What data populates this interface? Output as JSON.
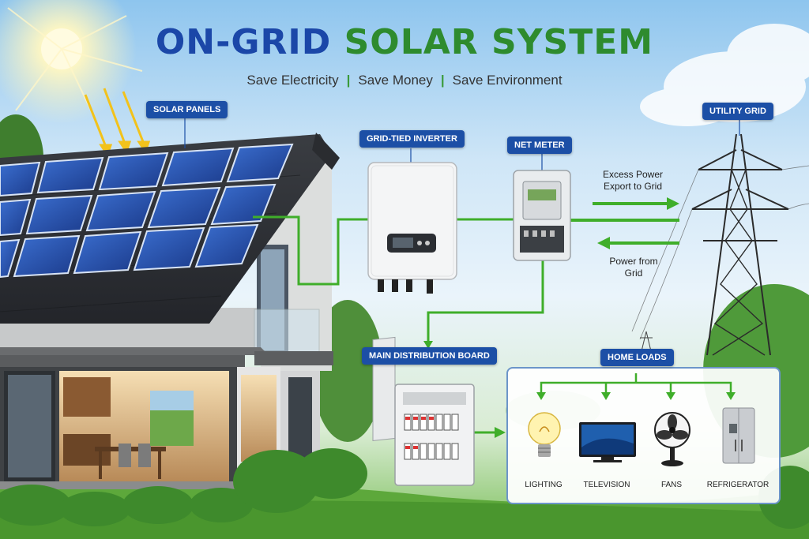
{
  "title_part1": "ON-GRID",
  "title_part2": "SOLAR SYSTEM",
  "subtitle_items": [
    "Save Electricity",
    "Save Money",
    "Save Environment"
  ],
  "labels": {
    "solar_panels": "SOLAR PANELS",
    "inverter": "GRID-TIED INVERTER",
    "net_meter": "NET METER",
    "utility_grid": "UTILITY GRID",
    "distribution_board": "MAIN DISTRIBUTION BOARD",
    "home_loads": "HOME LOADS"
  },
  "flows": {
    "export_line1": "Excess Power",
    "export_line2": "Export to Grid",
    "import_line1": "Power from",
    "import_line2": "Grid"
  },
  "loads": [
    "LIGHTING",
    "TELEVISION",
    "FANS",
    "REFRIGERATOR"
  ],
  "colors": {
    "title_blue": "#1b47a8",
    "title_green": "#2e8b2e",
    "tag_blue": "#1c4fa6",
    "wire_green": "#3fae2a"
  }
}
